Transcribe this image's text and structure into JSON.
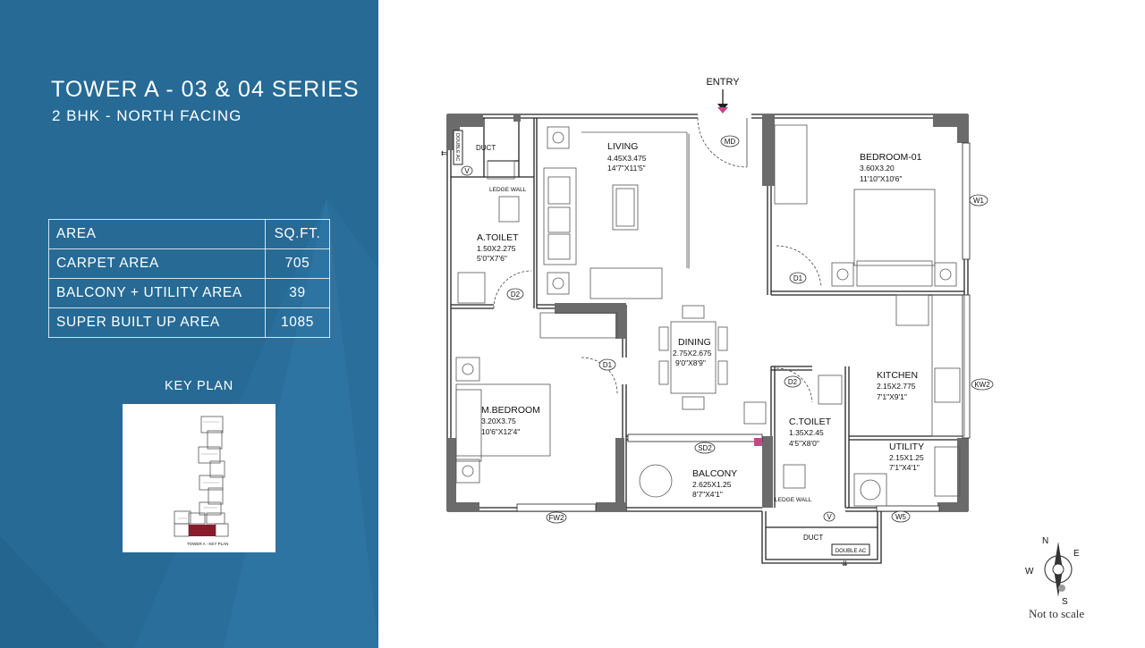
{
  "header": {
    "title": "TOWER A - 03 & 04 SERIES",
    "subtitle": "2 BHK - NORTH FACING"
  },
  "area_table": {
    "headers": [
      "AREA",
      "SQ.FT."
    ],
    "rows": [
      {
        "label": "CARPET AREA",
        "value": "705"
      },
      {
        "label": "BALCONY + UTILITY AREA",
        "value": "39"
      },
      {
        "label": "SUPER BUILT UP AREA",
        "value": "1085"
      }
    ]
  },
  "key_plan": {
    "title": "KEY PLAN",
    "caption": "TOWER A - KEY PLAN",
    "highlight_color": "#8b1a2b"
  },
  "plan": {
    "entry": "ENTRY",
    "rooms": {
      "living": {
        "name": "LIVING",
        "dim1": "4.45X3.475",
        "dim2": "14'7\"X11'5\""
      },
      "bedroom1": {
        "name": "BEDROOM-01",
        "dim1": "3.60X3.20",
        "dim2": "11'10\"X10'6\""
      },
      "atoilet": {
        "name": "A.TOILET",
        "dim1": "1.50X2.275",
        "dim2": "5'0\"X7'6\""
      },
      "dining": {
        "name": "DINING",
        "dim1": "2.75X2.675",
        "dim2": "9'0\"X8'9\""
      },
      "kitchen": {
        "name": "KITCHEN",
        "dim1": "2.15X2.775",
        "dim2": "7'1\"X9'1\""
      },
      "mbedroom": {
        "name": "M.BEDROOM",
        "dim1": "3.20X3.75",
        "dim2": "10'6\"X12'4\""
      },
      "ctoilet": {
        "name": "C.TOILET",
        "dim1": "1.35X2.45",
        "dim2": "4'5\"X8'0\""
      },
      "utility": {
        "name": "UTILITY",
        "dim1": "2.15X1.25",
        "dim2": "7'1\"X4'1\""
      },
      "balcony": {
        "name": "BALCONY",
        "dim1": "2.625X1.25",
        "dim2": "8'7\"X4'1\""
      }
    },
    "tags": {
      "md": "MD",
      "d1_bed": "D1",
      "d1_mbed": "D1",
      "d2_atoilet": "D2",
      "d2_ctoilet": "D2",
      "w1": "W1",
      "kw2": "KW2",
      "sd2": "SD2",
      "fw2": "FW2",
      "w5": "W5",
      "v_top": "V",
      "v_bottom": "V"
    },
    "duct_top": "DUCT",
    "duct_bottom": "DUCT",
    "ledge_top": "LEDGE WALL",
    "ledge_bottom": "LEDGE WALL",
    "double_ac_top": "DOUBLE AC",
    "double_ac_bottom": "DOUBLE AC"
  },
  "compass": {
    "n": "N",
    "e": "E",
    "s": "S",
    "w": "W"
  },
  "footnote": "Not to scale",
  "colors": {
    "panel": "#266a95",
    "wall": "#6b6b6b",
    "highlight": "#8b1a2b"
  }
}
